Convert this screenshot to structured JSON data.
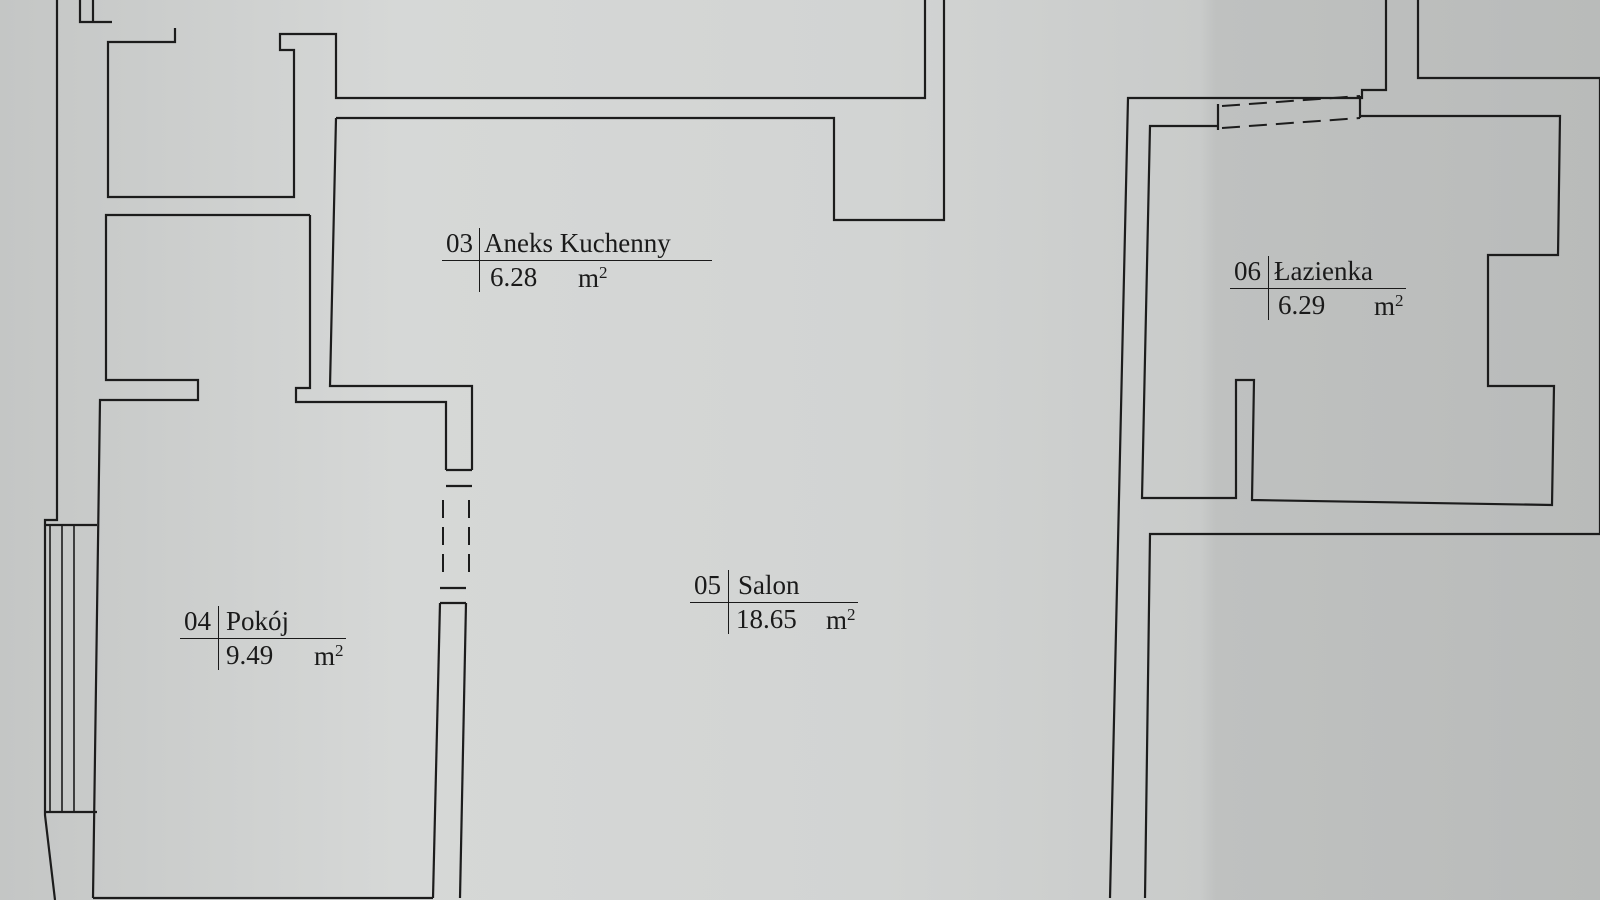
{
  "rooms": [
    {
      "number": "03",
      "name": "Aneks Kuchenny",
      "area": "6.28",
      "unit": "m"
    },
    {
      "number": "04",
      "name": "Pokój",
      "area": "9.49",
      "unit": "m"
    },
    {
      "number": "05",
      "name": "Salon",
      "area": "18.65",
      "unit": "m"
    },
    {
      "number": "06",
      "name": "Łazienka",
      "area": "6.29",
      "unit": "m"
    }
  ],
  "unit_exponent": "2",
  "colors": {
    "paper": "#cfd1d0",
    "line": "#1c1c1c"
  }
}
